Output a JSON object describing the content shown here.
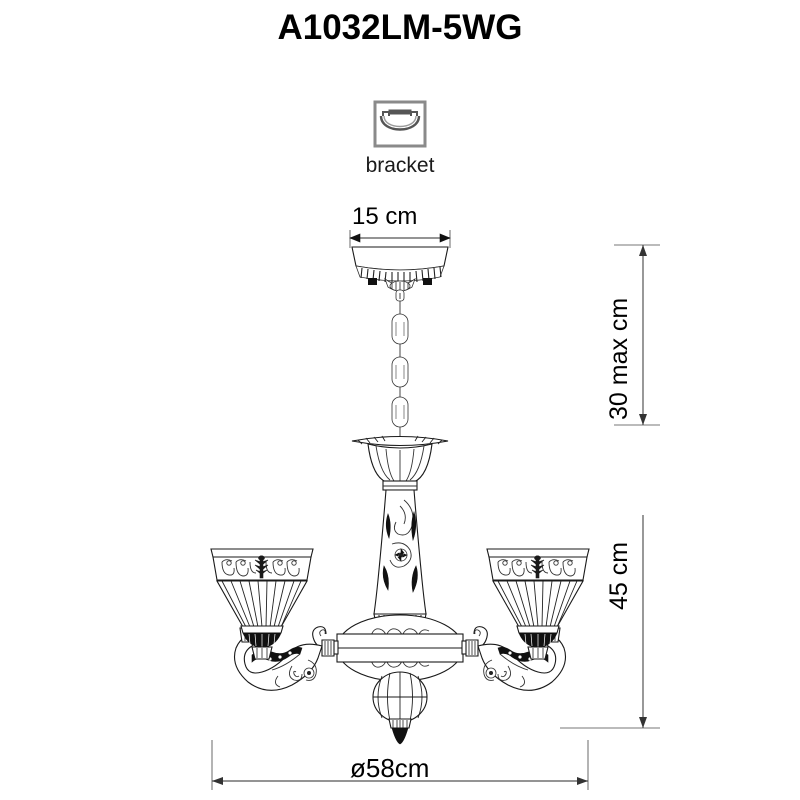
{
  "product": {
    "title": "A1032LM-5WG"
  },
  "bracket": {
    "icon": "bracket-icon",
    "label": "bracket"
  },
  "dimensions": {
    "canopy_width": "15 cm",
    "chain_drop": "30 max cm",
    "fixture_height": "45 cm",
    "fixture_diameter": "ø58cm"
  },
  "chart_data": {
    "type": "diagram",
    "subject": "5-light chandelier technical dimension drawing",
    "measurements": [
      {
        "name": "canopy width",
        "value": 15,
        "unit": "cm",
        "label": "15 cm",
        "orientation": "horizontal"
      },
      {
        "name": "chain drop",
        "value": 30,
        "unit": "cm",
        "label": "30 max cm",
        "orientation": "vertical",
        "qualifier": "max"
      },
      {
        "name": "fixture height",
        "value": 45,
        "unit": "cm",
        "label": "45 cm",
        "orientation": "vertical"
      },
      {
        "name": "fixture diameter",
        "value": 58,
        "unit": "cm",
        "label": "ø58cm",
        "orientation": "horizontal"
      }
    ]
  },
  "colors": {
    "line": "#1a1a1a",
    "dimension": "#555555",
    "icon_border": "#8a8a8a",
    "background": "#ffffff"
  }
}
